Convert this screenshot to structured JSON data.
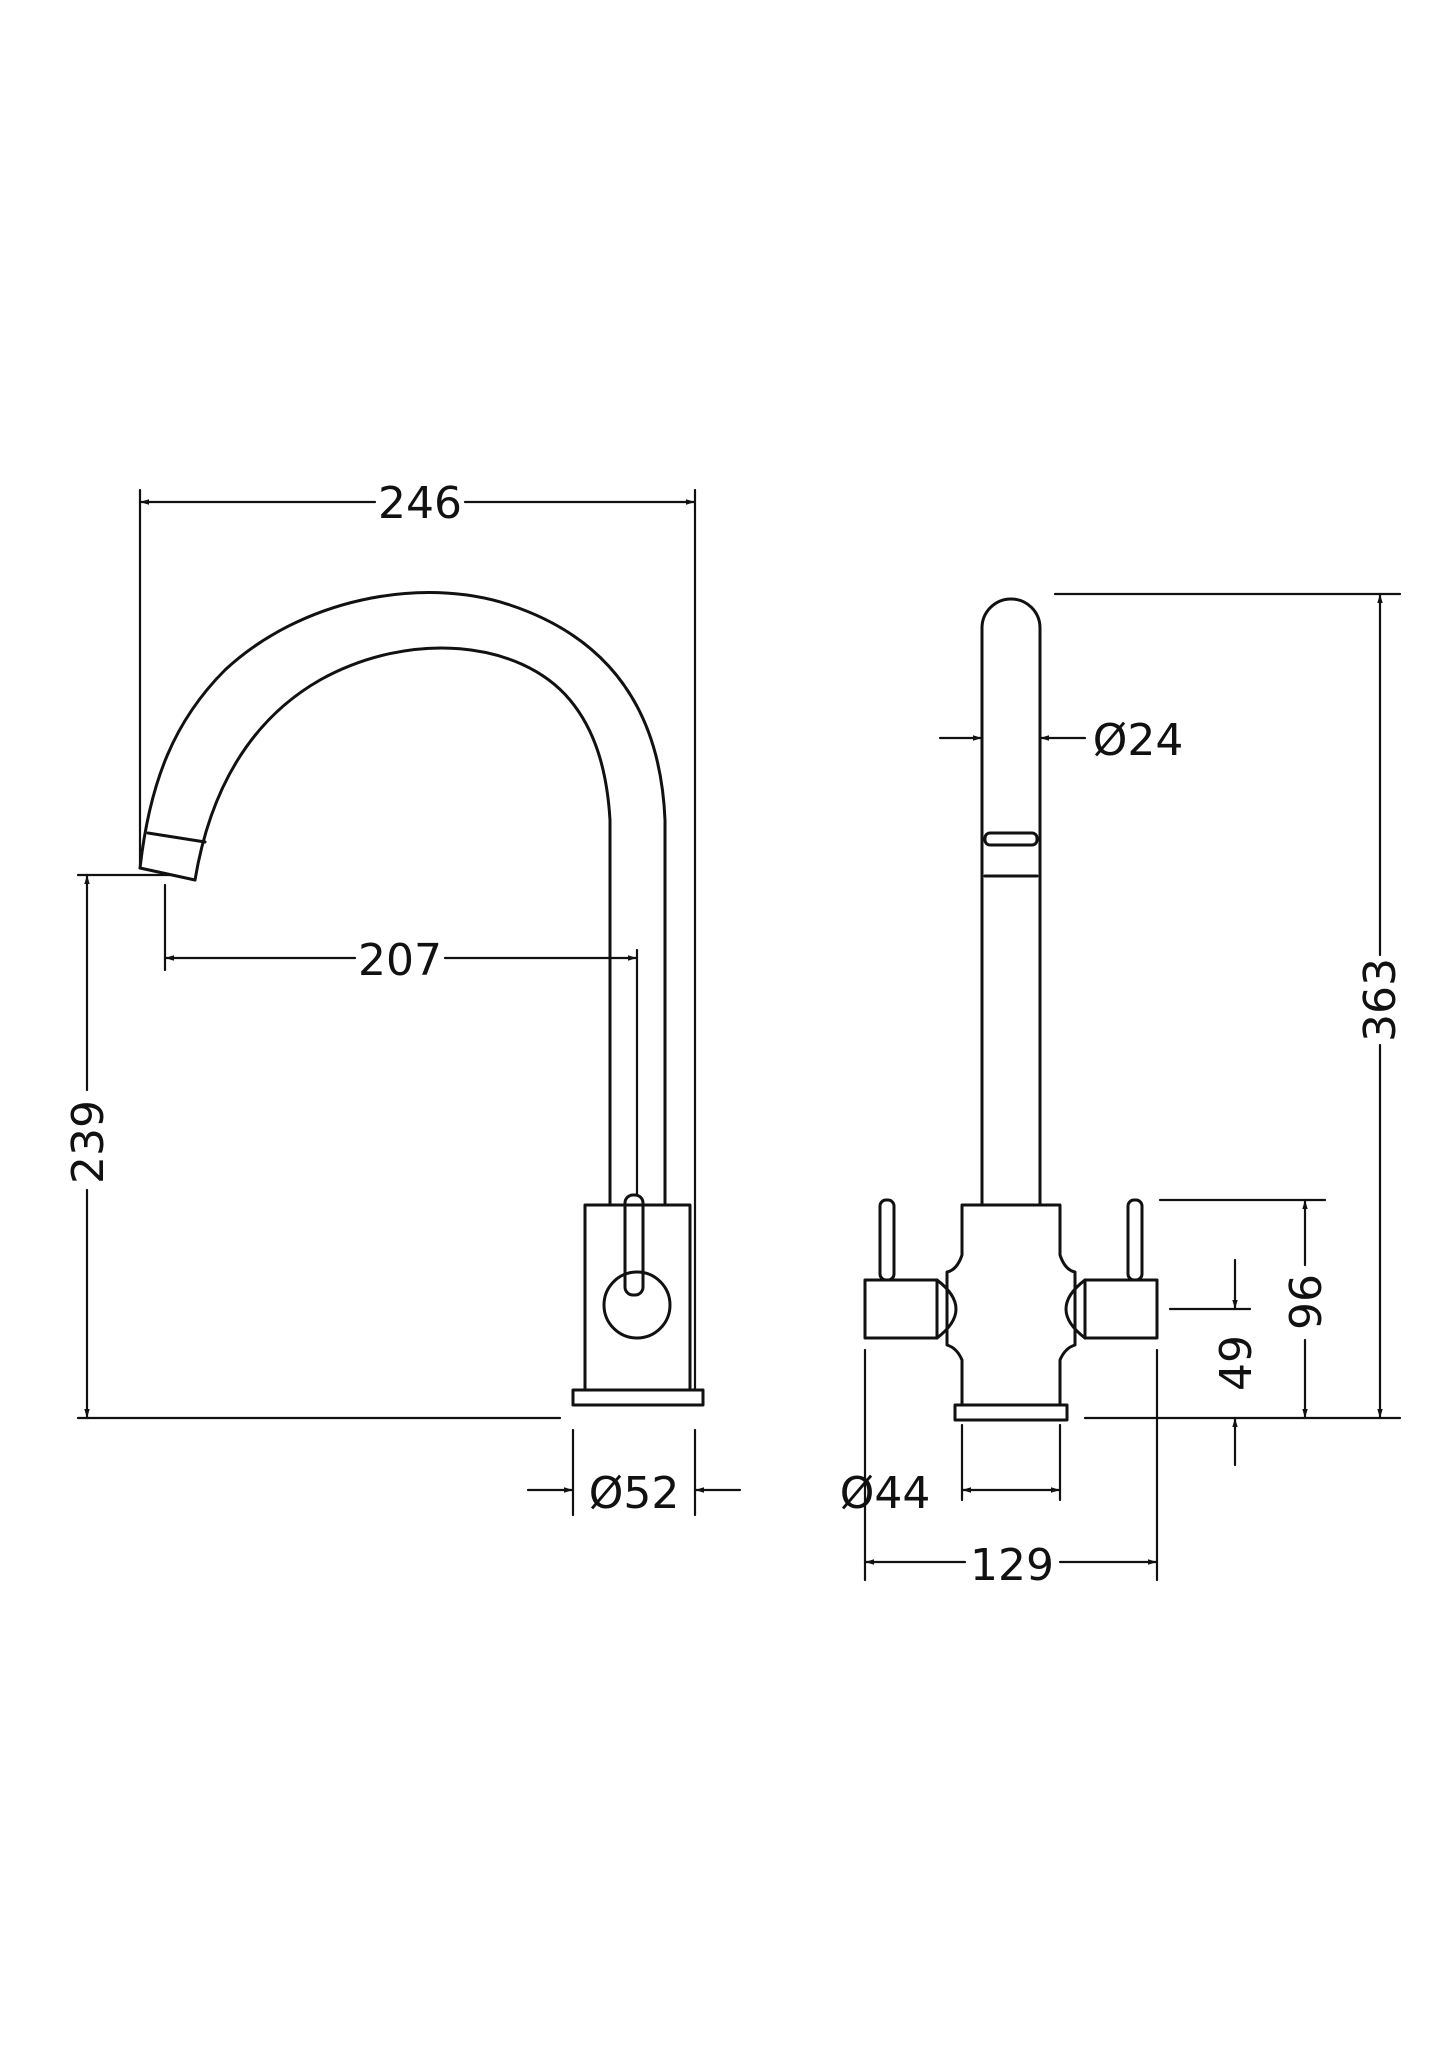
{
  "side_view": {
    "width_overall": "246",
    "spout_reach": "207",
    "spout_height": "239",
    "base_diameter": "Ø52"
  },
  "front_view": {
    "spout_diameter": "Ø24",
    "total_height": "363",
    "body_height": "96",
    "handle_height": "49",
    "body_diameter": "Ø44",
    "handle_span": "129"
  },
  "colors": {
    "line": "#111111",
    "background": "#ffffff"
  }
}
